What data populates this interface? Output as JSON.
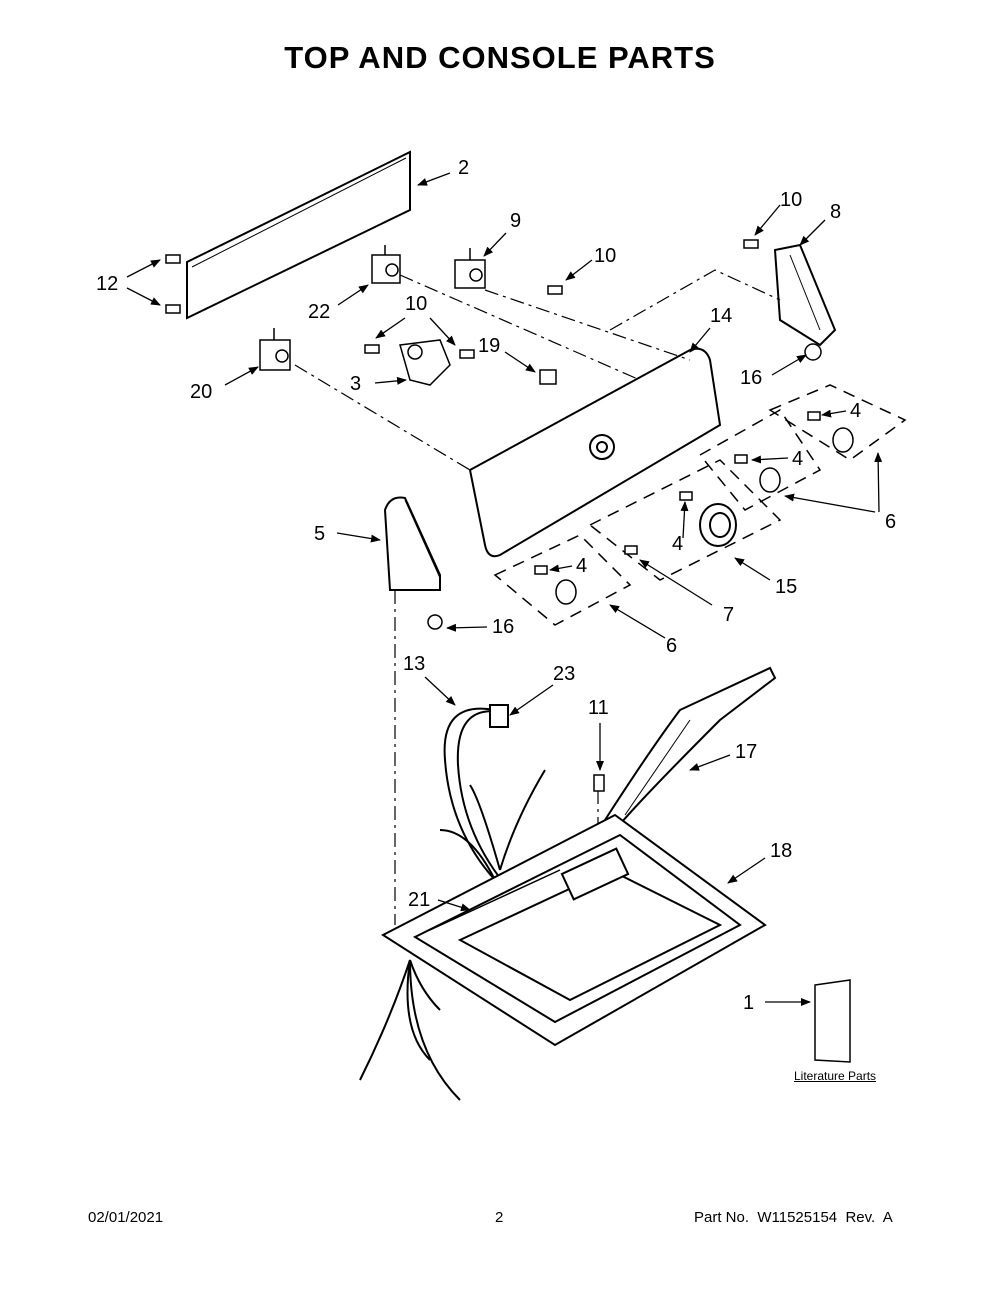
{
  "title": "TOP AND CONSOLE PARTS",
  "callouts": [
    {
      "id": "c-2",
      "label": "2"
    },
    {
      "id": "c-12",
      "label": "12"
    },
    {
      "id": "c-22",
      "label": "22"
    },
    {
      "id": "c-9",
      "label": "9"
    },
    {
      "id": "c-10a",
      "label": "10"
    },
    {
      "id": "c-10b",
      "label": "10"
    },
    {
      "id": "c-10c",
      "label": "10"
    },
    {
      "id": "c-8",
      "label": "8"
    },
    {
      "id": "c-14",
      "label": "14"
    },
    {
      "id": "c-19",
      "label": "19"
    },
    {
      "id": "c-3",
      "label": "3"
    },
    {
      "id": "c-20",
      "label": "20"
    },
    {
      "id": "c-16a",
      "label": "16"
    },
    {
      "id": "c-4a",
      "label": "4"
    },
    {
      "id": "c-4b",
      "label": "4"
    },
    {
      "id": "c-4c",
      "label": "4"
    },
    {
      "id": "c-4d",
      "label": "4"
    },
    {
      "id": "c-6a",
      "label": "6"
    },
    {
      "id": "c-6b",
      "label": "6"
    },
    {
      "id": "c-15",
      "label": "15"
    },
    {
      "id": "c-7",
      "label": "7"
    },
    {
      "id": "c-5",
      "label": "5"
    },
    {
      "id": "c-16b",
      "label": "16"
    },
    {
      "id": "c-13",
      "label": "13"
    },
    {
      "id": "c-23",
      "label": "23"
    },
    {
      "id": "c-11",
      "label": "11"
    },
    {
      "id": "c-17",
      "label": "17"
    },
    {
      "id": "c-18",
      "label": "18"
    },
    {
      "id": "c-21",
      "label": "21"
    },
    {
      "id": "c-1",
      "label": "1"
    }
  ],
  "literature_label": "Literature Parts",
  "footer": {
    "date": "02/01/2021",
    "page": "2",
    "part": "Part No.  W11525154  Rev.  A"
  }
}
